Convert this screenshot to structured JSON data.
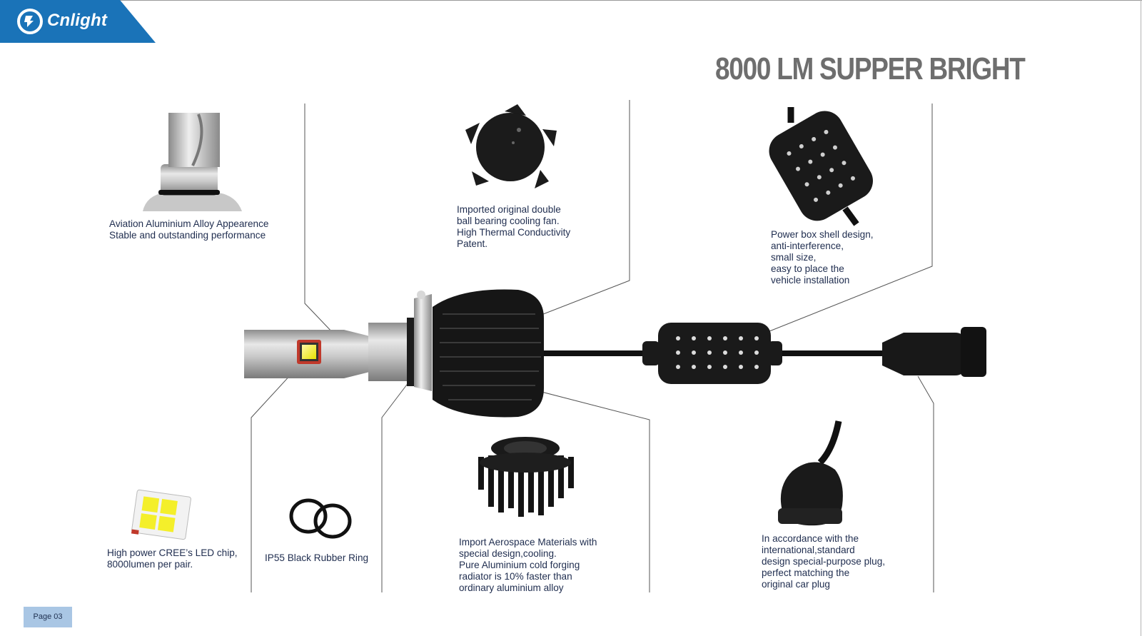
{
  "brand": {
    "name": "Cnlight"
  },
  "headline": "8000 LM  SUPPER BRIGHT",
  "features": {
    "aluminium": [
      "Aviation Aluminium Alloy Appearence",
      "Stable and outstanding performance"
    ],
    "fan": [
      "Imported original double",
      "ball bearing cooling fan.",
      "High Thermal Conductivity",
      "Patent."
    ],
    "power_box": [
      "Power box shell design,",
      "anti-interference,",
      "small size,",
      "easy to place the",
      "vehicle installation"
    ],
    "led_chip": [
      "High power CREE’s LED chip,",
      "8000lumen per pair."
    ],
    "rubber_ring": [
      "IP55 Black Rubber Ring"
    ],
    "heatsink": [
      "Import Aerospace Materials with",
      "special design,cooling.",
      "Pure Aluminium cold forging",
      "radiator is 10% faster than",
      "ordinary aluminium alloy"
    ],
    "plug": [
      "In accordance with the",
      "international,standard",
      "design special-purpose plug,",
      "perfect matching the",
      "original car plug"
    ]
  },
  "page_label": "Page 03",
  "colors": {
    "brand_blue": "#1a73b8",
    "badge_blue": "#a9c6e4",
    "text_navy": "#1f2d4f",
    "headline_gray": "#6e6e6e"
  }
}
